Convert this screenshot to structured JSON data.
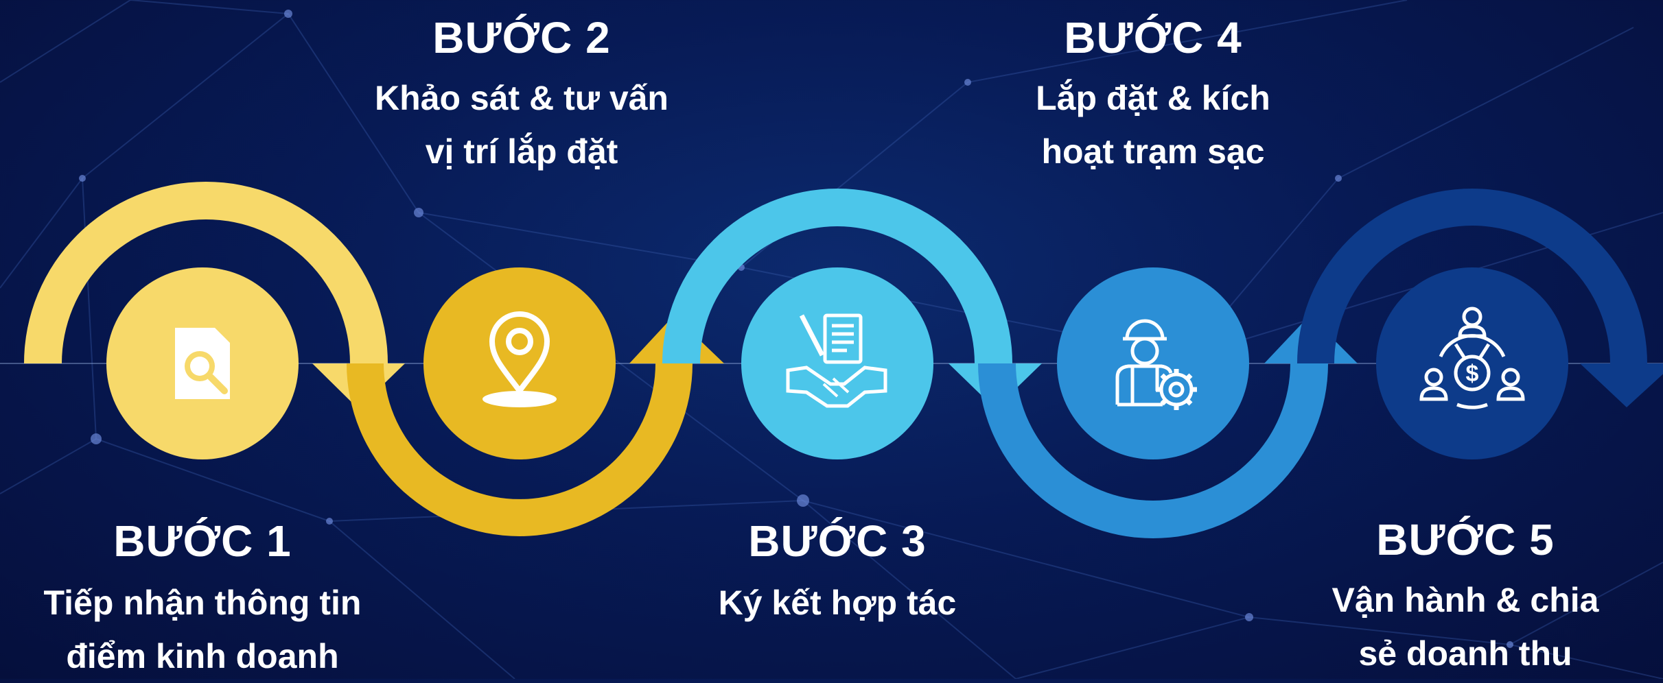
{
  "steps": [
    {
      "title": "BƯỚC 1",
      "desc": [
        "Tiếp nhận thông tin",
        "điểm kinh doanh"
      ],
      "color": "#f7d96a",
      "icon": "document-search-icon"
    },
    {
      "title": "BƯỚC 2",
      "desc": [
        "Khảo sát & tư vấn",
        "vị trí lắp đặt"
      ],
      "color": "#e8b923",
      "icon": "location-pin-icon"
    },
    {
      "title": "BƯỚC 3",
      "desc": [
        "Ký kết hợp tác"
      ],
      "color": "#4cc6ea",
      "icon": "contract-handshake-icon"
    },
    {
      "title": "BƯỚC 4",
      "desc": [
        "Lắp đặt & kích",
        "hoạt trạm sạc"
      ],
      "color": "#2b8fd6",
      "icon": "engineer-gear-icon"
    },
    {
      "title": "BƯỚC 5",
      "desc": [
        "Vận hành & chia",
        "sẻ doanh thu"
      ],
      "color": "#0d3b8a",
      "icon": "revenue-sharing-icon"
    }
  ]
}
